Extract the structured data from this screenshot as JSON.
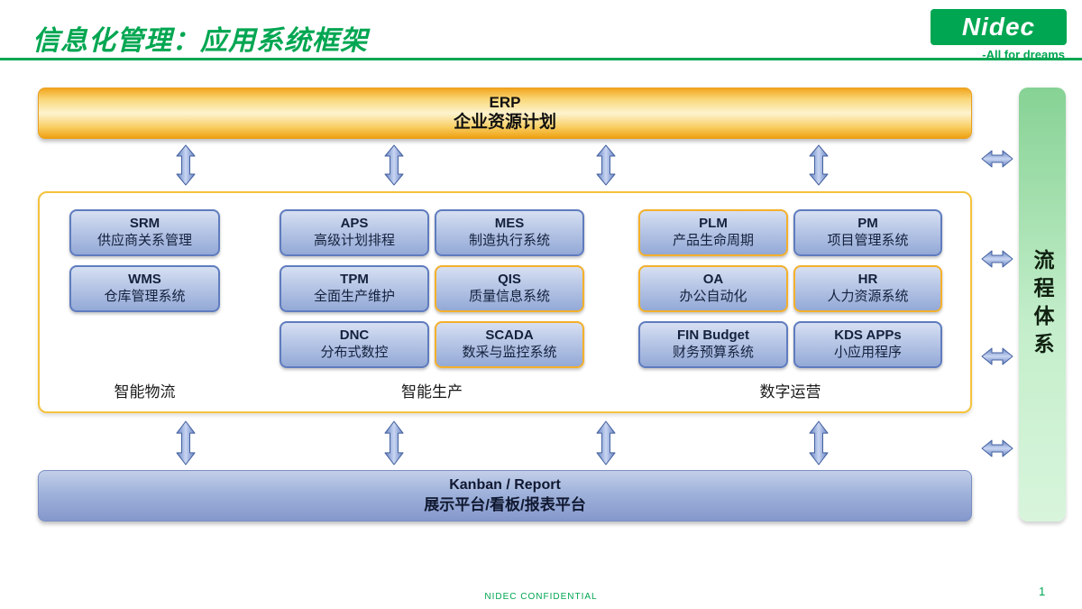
{
  "page": {
    "title": "信息化管理：应用系统框架",
    "footer": "NIDEC CONFIDENTIAL",
    "page_number": "1"
  },
  "logo": {
    "brand": "Nidec",
    "tagline": "-All for dreams"
  },
  "erp_bar": {
    "abbr": "ERP",
    "name": "企业资源计划"
  },
  "bottom_bar": {
    "abbr": "Kanban / Report",
    "name": "展示平台/看板/报表平台"
  },
  "process_bar": {
    "label": "流程体系"
  },
  "groups": [
    {
      "label": "智能物流",
      "boxes": [
        {
          "abbr": "SRM",
          "name": "供应商关系管理",
          "highlight": false
        },
        {
          "abbr": "WMS",
          "name": "仓库管理系统",
          "highlight": false
        }
      ]
    },
    {
      "label": "智能生产",
      "boxes": [
        {
          "abbr": "APS",
          "name": "高级计划排程",
          "highlight": false
        },
        {
          "abbr": "MES",
          "name": "制造执行系统",
          "highlight": false
        },
        {
          "abbr": "TPM",
          "name": "全面生产维护",
          "highlight": false
        },
        {
          "abbr": "QIS",
          "name": "质量信息系统",
          "highlight": true
        },
        {
          "abbr": "DNC",
          "name": "分布式数控",
          "highlight": false
        },
        {
          "abbr": "SCADA",
          "name": "数采与监控系统",
          "highlight": true
        }
      ]
    },
    {
      "label": "数字运营",
      "boxes": [
        {
          "abbr": "PLM",
          "name": "产品生命周期",
          "highlight": true
        },
        {
          "abbr": "PM",
          "name": "项目管理系统",
          "highlight": false
        },
        {
          "abbr": "OA",
          "name": "办公自动化",
          "highlight": true
        },
        {
          "abbr": "HR",
          "name": "人力资源系统",
          "highlight": true
        },
        {
          "abbr": "FIN Budget",
          "name": "财务预算系统",
          "highlight": false
        },
        {
          "abbr": "KDS APPs",
          "name": "小应用程序",
          "highlight": false
        }
      ]
    }
  ],
  "colors": {
    "accent_green": "#00A651",
    "gold": "#F4B02C",
    "arrow_blue": "#6E89C8",
    "box_border": "#5F7CBE",
    "text_dark": "#14213D"
  }
}
